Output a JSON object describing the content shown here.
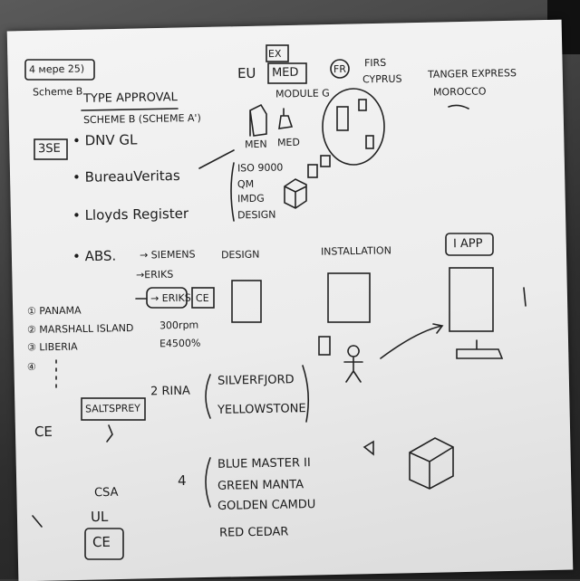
{
  "note": {
    "header": {
      "label": "4 мере 25)",
      "sub": "Scheme B",
      "title": "TYPE APPROVAL",
      "scheme": "SCHEME B (SCHEME A')"
    },
    "society_badge": "3SE",
    "societies": [
      "• DNV GL",
      "• BureauVeritas",
      "• Lloyds Register",
      "• ABS."
    ],
    "abs_items": [
      "→ SIEMENS",
      "→ERIKS",
      "→ ERIKS",
      "CE"
    ],
    "stats": [
      "300rpm",
      "E4500%"
    ],
    "flags": [
      "① PANAMA",
      "② MARSHALL ISLAND",
      "③ LIBERIA",
      "④"
    ],
    "right": {
      "eu": "EU",
      "med_top": "EX",
      "med": "MED",
      "module": "MODULE G",
      "flag_circle": "FR",
      "firs": "FIRS",
      "cyprus": "CYPRUS",
      "tanger": "TANGER EXPRESS",
      "morocco": "MOROCCO",
      "men_labels": [
        "MEN",
        "MED"
      ],
      "iso_list": [
        "ISO 9000",
        "QM",
        "IMDG",
        "DESIGN"
      ]
    },
    "stages": {
      "design": "DESIGN",
      "installation": "INSTALLATION",
      "app": "I APP"
    },
    "rina": {
      "label": "2 RINA",
      "items": [
        "SILVERFJORD",
        "YELLOWSTONE"
      ]
    },
    "saltsprey": "SALTSPREY",
    "ce_left": "CE",
    "csa": "CSA",
    "ul": "UL",
    "ce_box": "CE",
    "list4": {
      "label": "4",
      "items": [
        "BLUE MASTER II",
        "GREEN MANTA",
        "GOLDEN CAMDU"
      ],
      "tail": "RED CEDAR"
    }
  }
}
